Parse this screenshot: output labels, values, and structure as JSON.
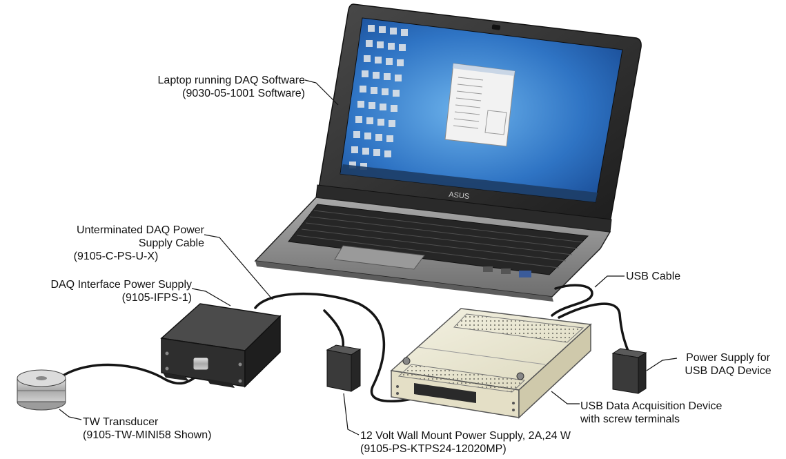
{
  "labels": {
    "laptop": {
      "line1": "Laptop running DAQ Software",
      "line2": "(9030-05-1001 Software)"
    },
    "brand": "ASUS",
    "daq_power_cable": {
      "line1": "Unterminated DAQ Power",
      "line2": "Supply Cable",
      "line3": "(9105-C-PS-U-X)"
    },
    "interface_ps": {
      "line1": "DAQ Interface Power Supply",
      "line2": "(9105-IFPS-1)"
    },
    "usb_cable": {
      "line1": "USB Cable"
    },
    "usb_ps": {
      "line1": "Power Supply for",
      "line2": "USB DAQ Device"
    },
    "usb_daq": {
      "line1": "USB Data Acquisition Device",
      "line2": "with screw terminals"
    },
    "transducer": {
      "line1": "TW Transducer",
      "line2": "(9105-TW-MINI58 Shown)"
    },
    "wall_ps": {
      "line1": "12 Volt Wall Mount Power Supply, 2A,24 W",
      "line2": "(9105-PS-KTPS24-12020MP)"
    }
  },
  "colors": {
    "leader": "#111111",
    "cable": "#151515",
    "laptop_body": "#8c8c8c",
    "laptop_dark": "#2a2a2a",
    "screen_sky": "#3f86d6",
    "daq_body": "#ebe8d4",
    "ps_box": "#3a3a3a"
  },
  "icons": [
    "laptop-icon",
    "daq-device-icon",
    "power-supply-icon",
    "transducer-icon",
    "wall-adapter-icon"
  ]
}
